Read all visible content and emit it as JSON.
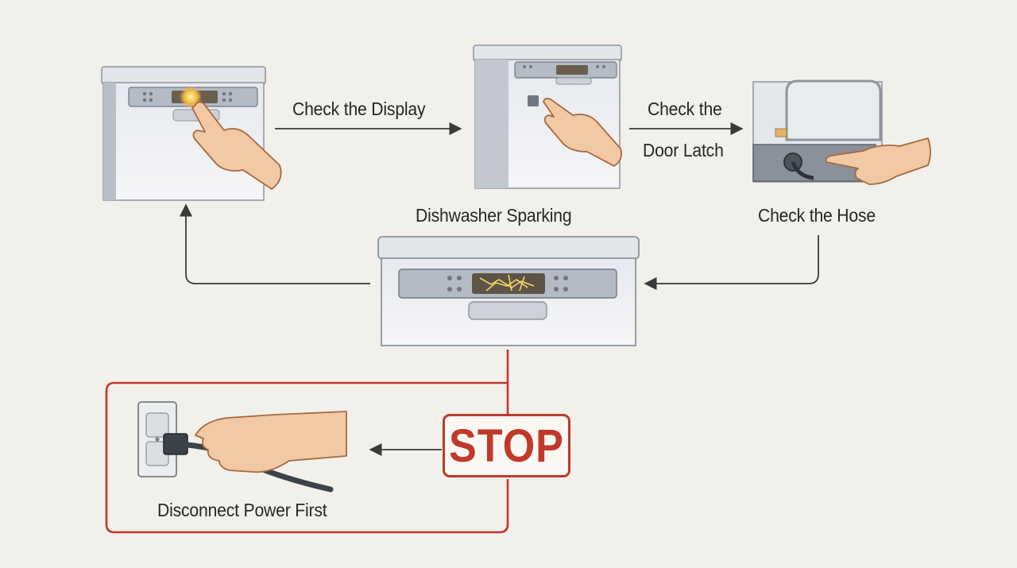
{
  "steps": {
    "display": "Check the Display",
    "latch_line1": "Check the",
    "latch_line2": "Door Latch",
    "hose": "Check the Hose",
    "center": "Dishwasher Sparking",
    "stop": "STOP",
    "power": "Disconnect Power First"
  },
  "colors": {
    "background": "#f2f0eb",
    "stop_red": "#c0392b",
    "arrow": "#3a3a3a",
    "spark": "#f4b63a"
  },
  "icons": {
    "dishwasher": "dishwasher-icon",
    "hand": "pointing-hand-icon",
    "outlet": "wall-outlet-icon",
    "plug": "power-plug-icon"
  }
}
